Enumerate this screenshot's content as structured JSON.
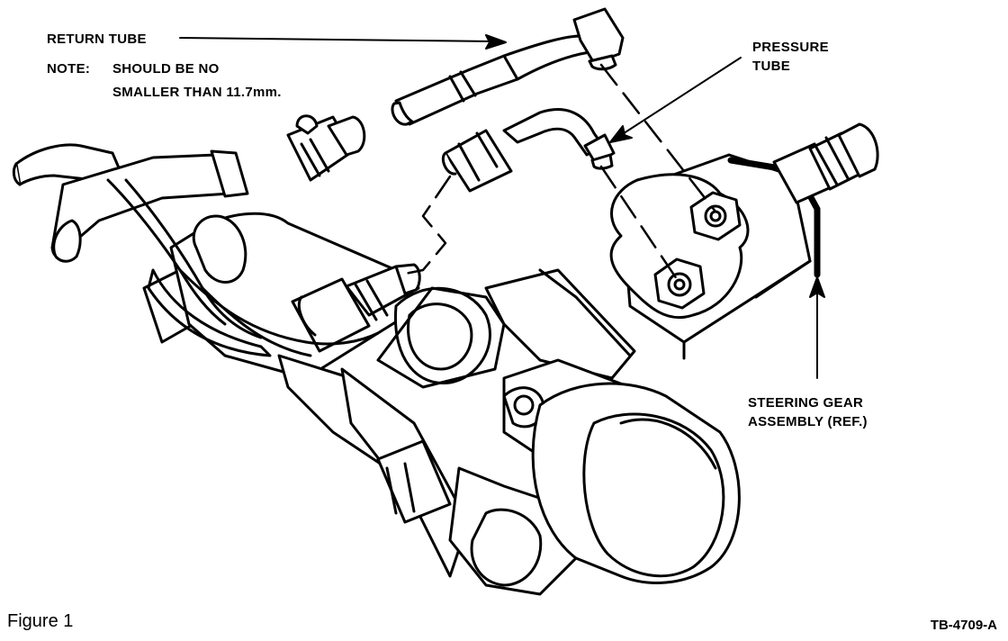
{
  "labels": {
    "return_tube": "RETURN TUBE",
    "note_prefix": "NOTE:",
    "note_line1": "SHOULD BE NO",
    "note_line2": "SMALLER THAN 11.7mm.",
    "pressure_line1": "PRESSURE",
    "pressure_line2": "TUBE",
    "steering_line1": "STEERING GEAR",
    "steering_line2": "ASSEMBLY (REF.)"
  },
  "caption": "Figure 1",
  "doc_code": "TB-4709-A"
}
